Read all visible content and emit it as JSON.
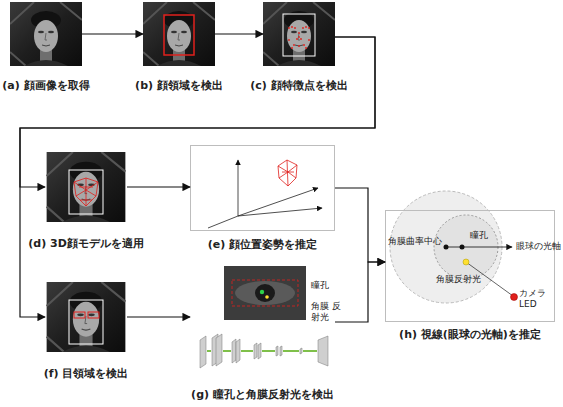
{
  "diagram": {
    "nodes": [
      {
        "text": [
          "(a) 顔画像を取得"
        ]
      },
      {
        "text": [
          "(b) 顔領域を検出"
        ]
      },
      {
        "text": [
          "(c) 顔特徴点を検出"
        ]
      },
      {
        "text": [
          "(d) 3D顔モデルを適用"
        ]
      },
      {
        "text": [
          "(e) 顔位置姿勢を推定"
        ]
      },
      {
        "text": [
          "(f) 目領域を検出"
        ]
      },
      {
        "text": [
          "(g) 瞳孔と角膜反射光を検出"
        ]
      },
      {
        "text": [
          "(h) 視線(眼球の光軸)を推定"
        ]
      }
    ],
    "edges": [
      {
        "from": 0,
        "to": 1,
        "arrow": "to"
      },
      {
        "from": 1,
        "to": 2,
        "arrow": "to"
      },
      {
        "from": 2,
        "to": 3,
        "arrow": "to"
      },
      {
        "from": 2,
        "to": 5,
        "arrow": "to"
      },
      {
        "from": 3,
        "to": 4,
        "arrow": "to"
      },
      {
        "from": 5,
        "to": 6,
        "arrow": "to"
      },
      {
        "from": 4,
        "to": 7,
        "arrow": "to"
      },
      {
        "from": 6,
        "to": 7,
        "arrow": "to"
      }
    ],
    "labels": [
      "瞳孔",
      "角膜 反射光",
      "角膜曲率中心",
      "瞳孔",
      "眼球の光軸",
      "角膜反射光",
      "カメラ LED"
    ]
  }
}
